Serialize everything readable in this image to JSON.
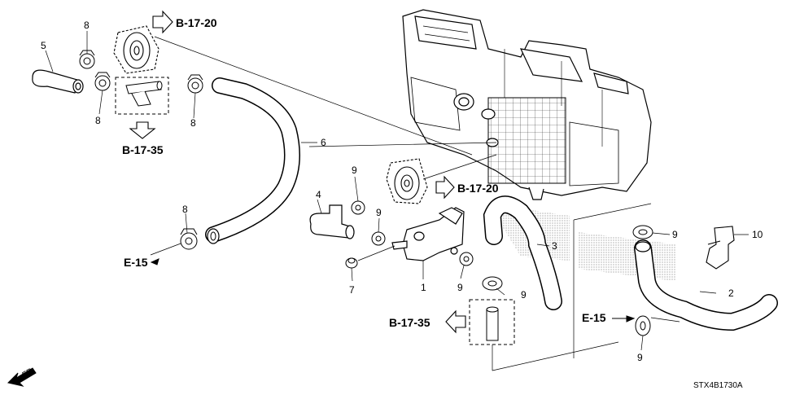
{
  "diagram": {
    "part_numbers": {
      "p1": "1",
      "p2": "2",
      "p3": "3",
      "p4": "4",
      "p5": "5",
      "p6": "6",
      "p7": "7",
      "p8a": "8",
      "p8b": "8",
      "p8c": "8",
      "p8d": "8",
      "p9a": "9",
      "p9b": "9",
      "p9c": "9",
      "p9d": "9",
      "p9e": "9",
      "p9f": "9",
      "p10": "10"
    },
    "references": {
      "b1720_top": "B-17-20",
      "b1735_left": "B-17-35",
      "b1720_mid": "B-17-20",
      "b1735_bottom": "B-17-35",
      "e15_left": "E-15",
      "e15_right": "E-15"
    },
    "front_indicator": "FR.",
    "diagram_code": "STX4B1730A"
  }
}
